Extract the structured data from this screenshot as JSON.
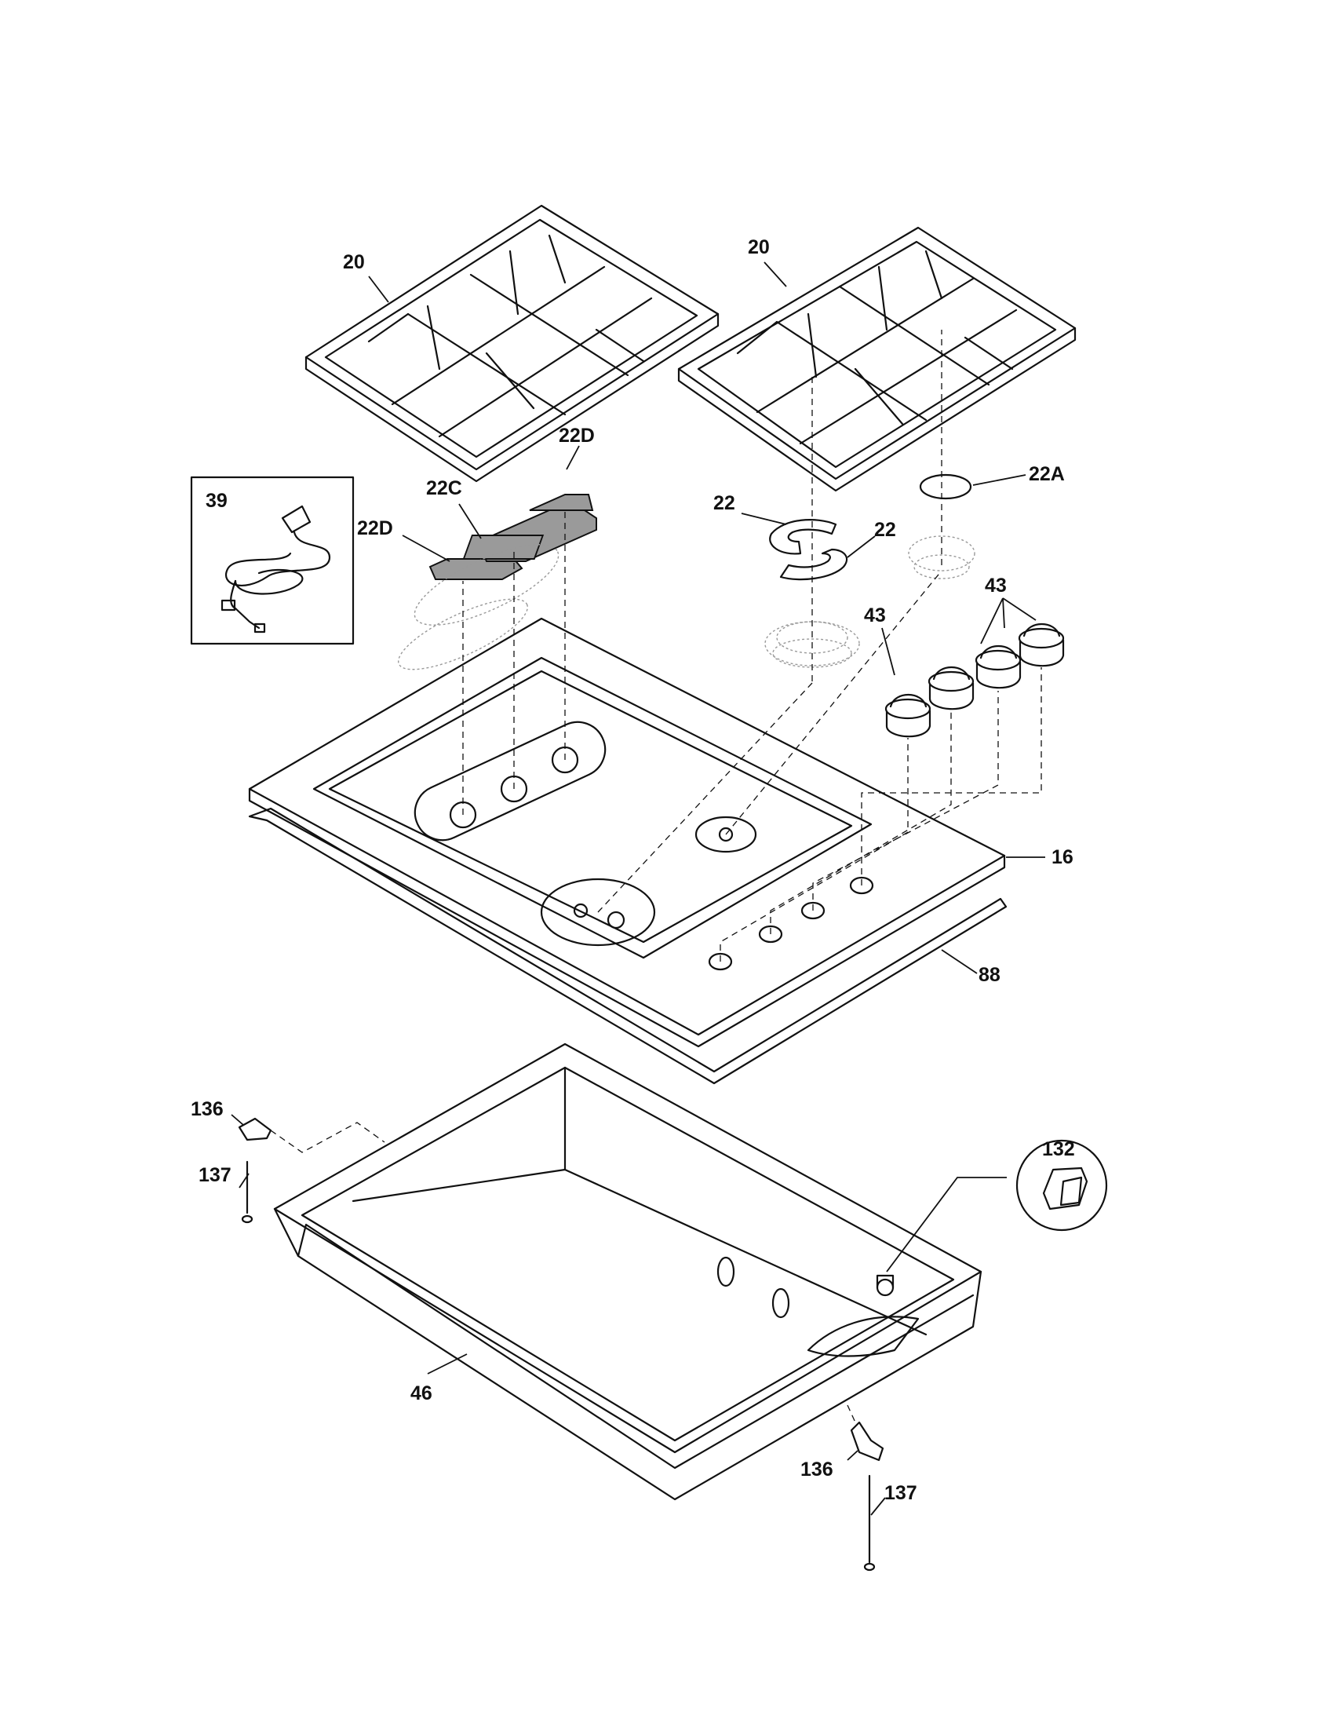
{
  "callouts": {
    "grate_left": "20",
    "grate_right": "20",
    "cap_right": "22D",
    "cap_center": "22C",
    "cap_left": "22D",
    "cord_box": "39",
    "ring_upper": "22",
    "ring_lower": "22",
    "small_cap": "22A",
    "knobs_group": "43",
    "knob_single": "43",
    "cooktop": "16",
    "gasket": "88",
    "bracket_top": "136",
    "screw_top": "137",
    "spark_module": "132",
    "burner_box": "46",
    "bracket_bottom": "136",
    "screw_bottom": "137"
  }
}
